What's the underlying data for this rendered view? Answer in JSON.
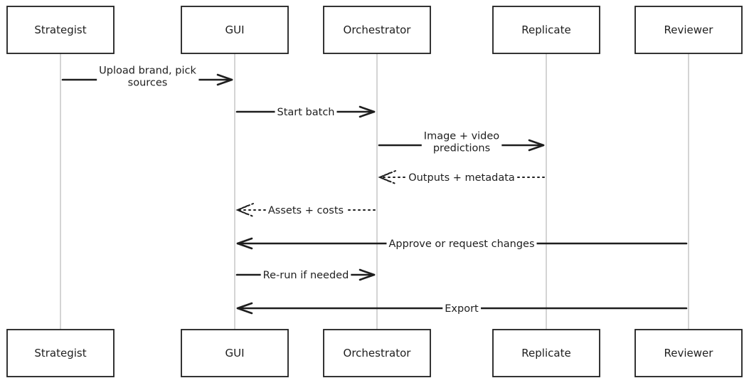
{
  "diagram": {
    "actors": [
      {
        "id": "strategist",
        "label": "Strategist"
      },
      {
        "id": "gui",
        "label": "GUI"
      },
      {
        "id": "orchestrator",
        "label": "Orchestrator"
      },
      {
        "id": "replicate",
        "label": "Replicate"
      },
      {
        "id": "reviewer",
        "label": "Reviewer"
      }
    ],
    "messages": [
      {
        "from": "strategist",
        "to": "gui",
        "lines": [
          "Upload brand, pick",
          "sources"
        ],
        "style": "solid"
      },
      {
        "from": "gui",
        "to": "orchestrator",
        "lines": [
          "Start batch"
        ],
        "style": "solid"
      },
      {
        "from": "orchestrator",
        "to": "replicate",
        "lines": [
          "Image + video",
          "predictions"
        ],
        "style": "solid"
      },
      {
        "from": "replicate",
        "to": "orchestrator",
        "lines": [
          "Outputs + metadata"
        ],
        "style": "dotted"
      },
      {
        "from": "orchestrator",
        "to": "gui",
        "lines": [
          "Assets + costs"
        ],
        "style": "dotted"
      },
      {
        "from": "reviewer",
        "to": "gui",
        "lines": [
          "Approve or request changes"
        ],
        "style": "solid"
      },
      {
        "from": "gui",
        "to": "orchestrator",
        "lines": [
          "Re-run if needed"
        ],
        "style": "solid"
      },
      {
        "from": "reviewer",
        "to": "gui",
        "lines": [
          "Export"
        ],
        "style": "solid"
      }
    ],
    "colors": {
      "stroke": "#1e1e1e",
      "lifeline": "#b8b8b8",
      "background": "#ffffff"
    }
  }
}
